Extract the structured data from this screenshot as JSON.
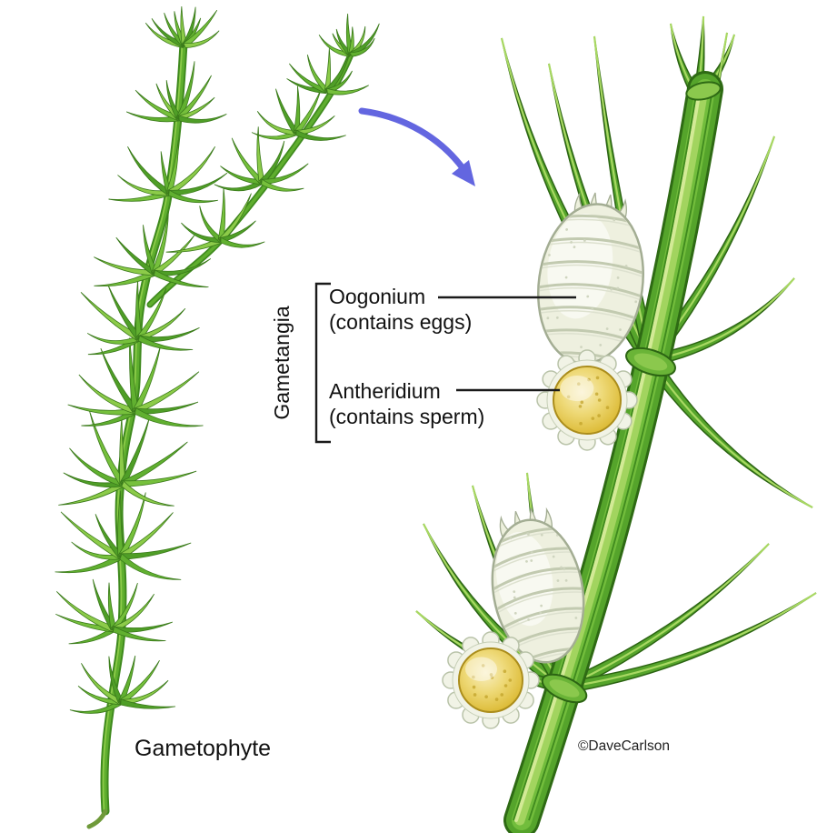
{
  "figure": {
    "labels": {
      "gametangia": "Gametangia",
      "oogonium_line1": "Oogonium",
      "oogonium_line2": "(contains eggs)",
      "antheridium_line1": "Antheridium",
      "antheridium_line2": "(contains sperm)",
      "gametophyte": "Gametophyte",
      "credit": "©DaveCarlson"
    },
    "colors": {
      "arrow": "#6366e0",
      "label_text": "#111111",
      "plant_green": "#55a42b",
      "antheridium_gold": "#dfb92a",
      "oogonium_cream": "#f2f3e8"
    }
  }
}
